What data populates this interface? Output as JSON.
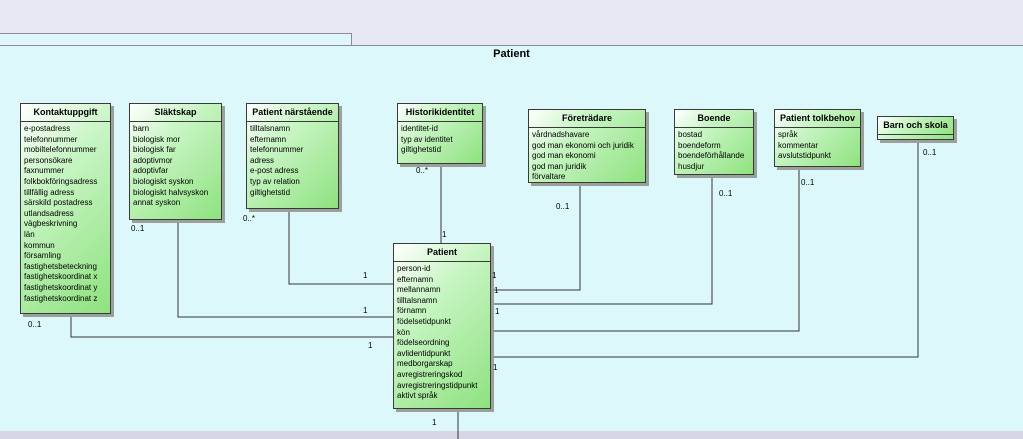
{
  "package": {
    "title": "Patient"
  },
  "classes": {
    "kontaktuppgift": {
      "name": "Kontaktuppgift",
      "attrs": [
        "e-postadress",
        "telefonnummer",
        "mobiltelefonnummer",
        "personsökare",
        "faxnummer",
        "folkbokföringsadress",
        "tillfällig adress",
        "särskild postadress",
        "utlandsadress",
        "vägbeskrivning",
        "län",
        "kommun",
        "församling",
        "fastighetsbeteckning",
        "fastighetskoordinat x",
        "fastighetskoordinat y",
        "fastighetskoordinat z"
      ]
    },
    "slaktskap": {
      "name": "Släktskap",
      "attrs": [
        "barn",
        "biologisk mor",
        "biologisk far",
        "adoptivmor",
        "adoptivfar",
        "biologiskt syskon",
        "biologiskt halvsyskon",
        "annat syskon"
      ]
    },
    "narstaende": {
      "name": "Patient närstående",
      "attrs": [
        "tilltalsnamn",
        "efternamn",
        "telefonnummer",
        "adress",
        "e-post adress",
        "typ av relation",
        "giltighetstid"
      ]
    },
    "historik": {
      "name": "Historikidentitet",
      "attrs": [
        "identitet-id",
        "typ av identitet",
        "giltighetstid"
      ]
    },
    "foretradare": {
      "name": "Företrädare",
      "attrs": [
        "vårdnadshavare",
        "god man ekonomi och juridik",
        "god man ekonomi",
        "god man juridik",
        "förvaltare"
      ]
    },
    "boende": {
      "name": "Boende",
      "attrs": [
        "bostad",
        "boendeform",
        "boendeförhållande",
        "husdjur"
      ]
    },
    "tolkbehov": {
      "name": "Patient tolkbehov",
      "attrs": [
        "språk",
        "kommentar",
        "avslutstidpunkt"
      ]
    },
    "barnskola": {
      "name": "Barn och skola",
      "attrs": []
    },
    "patient": {
      "name": "Patient",
      "attrs": [
        "person-id",
        "efternamn",
        "mellannamn",
        "tilltalsnamn",
        "förnamn",
        "födelsetidpunkt",
        "kön",
        "födelseordning",
        "avlidentidpunkt",
        "medborgarskap",
        "avregistreringskod",
        "avregistreringstidpunkt",
        "aktivt språk"
      ]
    }
  },
  "multiplicities": {
    "kontakt": "0..1",
    "slakt": "0..1",
    "narst": "0..*",
    "hist": "0..*",
    "foretr": "0..1",
    "boende": "0..1",
    "tolk": "0..1",
    "barn": "0..1",
    "p_top": "1",
    "p_narst": "1",
    "p_slakt": "1",
    "p_kontakt": "1",
    "p_foretr": "1",
    "p_boende": "1",
    "p_tolk": "1",
    "p_barn": "1",
    "p_bottom": "1"
  }
}
